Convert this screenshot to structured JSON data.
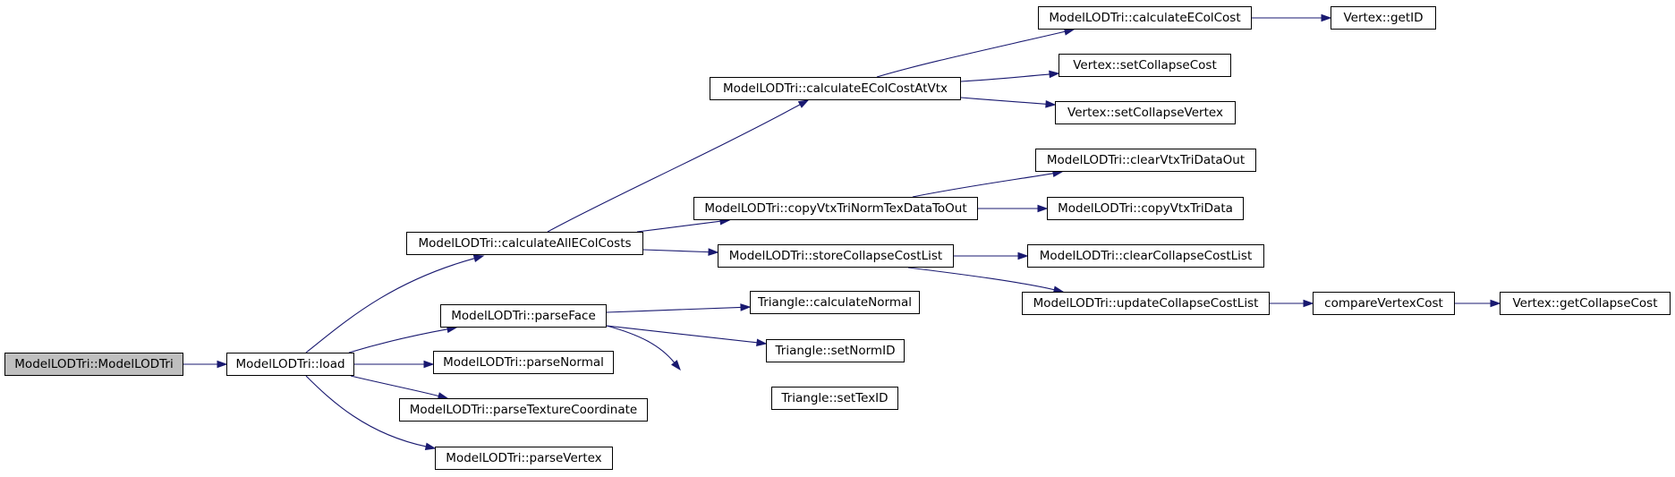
{
  "graph": {
    "colors": {
      "edge": "#191970",
      "root_fill": "#bfbfbf",
      "node_fill": "#ffffff",
      "border": "#000000"
    },
    "nodes": [
      {
        "id": "root",
        "label": "ModelLODTri::ModelLODTri",
        "root": true
      },
      {
        "id": "load",
        "label": "ModelLODTri::load"
      },
      {
        "id": "calcAll",
        "label": "ModelLODTri::calculateAllEColCosts"
      },
      {
        "id": "parseFace",
        "label": "ModelLODTri::parseFace"
      },
      {
        "id": "parseNormal",
        "label": "ModelLODTri::parseNormal"
      },
      {
        "id": "parseTex",
        "label": "ModelLODTri::parseTextureCoordinate"
      },
      {
        "id": "parseVertex",
        "label": "ModelLODTri::parseVertex"
      },
      {
        "id": "calcAtVtx",
        "label": "ModelLODTri::calculateEColCostAtVtx"
      },
      {
        "id": "copyOut",
        "label": "ModelLODTri::copyVtxTriNormTexDataToOut"
      },
      {
        "id": "storeList",
        "label": "ModelLODTri::storeCollapseCostList"
      },
      {
        "id": "calcNormal",
        "label": "Triangle::calculateNormal"
      },
      {
        "id": "setNormID",
        "label": "Triangle::setNormID"
      },
      {
        "id": "setTexID",
        "label": "Triangle::setTexID"
      },
      {
        "id": "calcECol",
        "label": "ModelLODTri::calculateEColCost"
      },
      {
        "id": "setCost",
        "label": "Vertex::setCollapseCost"
      },
      {
        "id": "setVertex",
        "label": "Vertex::setCollapseVertex"
      },
      {
        "id": "clearOut",
        "label": "ModelLODTri::clearVtxTriDataOut"
      },
      {
        "id": "copyData",
        "label": "ModelLODTri::copyVtxTriData"
      },
      {
        "id": "clearList",
        "label": "ModelLODTri::clearCollapseCostList"
      },
      {
        "id": "updateList",
        "label": "ModelLODTri::updateCollapseCostList"
      },
      {
        "id": "getID",
        "label": "Vertex::getID"
      },
      {
        "id": "compare",
        "label": "compareVertexCost"
      },
      {
        "id": "getCost",
        "label": "Vertex::getCollapseCost"
      }
    ],
    "edges": [
      {
        "from": "root",
        "to": "load"
      },
      {
        "from": "load",
        "to": "calcAll"
      },
      {
        "from": "load",
        "to": "parseFace"
      },
      {
        "from": "load",
        "to": "parseNormal"
      },
      {
        "from": "load",
        "to": "parseTex"
      },
      {
        "from": "load",
        "to": "parseVertex"
      },
      {
        "from": "calcAll",
        "to": "calcAtVtx"
      },
      {
        "from": "calcAll",
        "to": "copyOut"
      },
      {
        "from": "calcAll",
        "to": "storeList"
      },
      {
        "from": "parseFace",
        "to": "calcNormal"
      },
      {
        "from": "parseFace",
        "to": "setNormID"
      },
      {
        "from": "parseFace",
        "to": "setTexID"
      },
      {
        "from": "calcAtVtx",
        "to": "calcECol"
      },
      {
        "from": "calcAtVtx",
        "to": "setCost"
      },
      {
        "from": "calcAtVtx",
        "to": "setVertex"
      },
      {
        "from": "copyOut",
        "to": "clearOut"
      },
      {
        "from": "copyOut",
        "to": "copyData"
      },
      {
        "from": "storeList",
        "to": "clearList"
      },
      {
        "from": "storeList",
        "to": "updateList"
      },
      {
        "from": "calcECol",
        "to": "getID"
      },
      {
        "from": "updateList",
        "to": "compare"
      },
      {
        "from": "compare",
        "to": "getCost"
      }
    ]
  }
}
